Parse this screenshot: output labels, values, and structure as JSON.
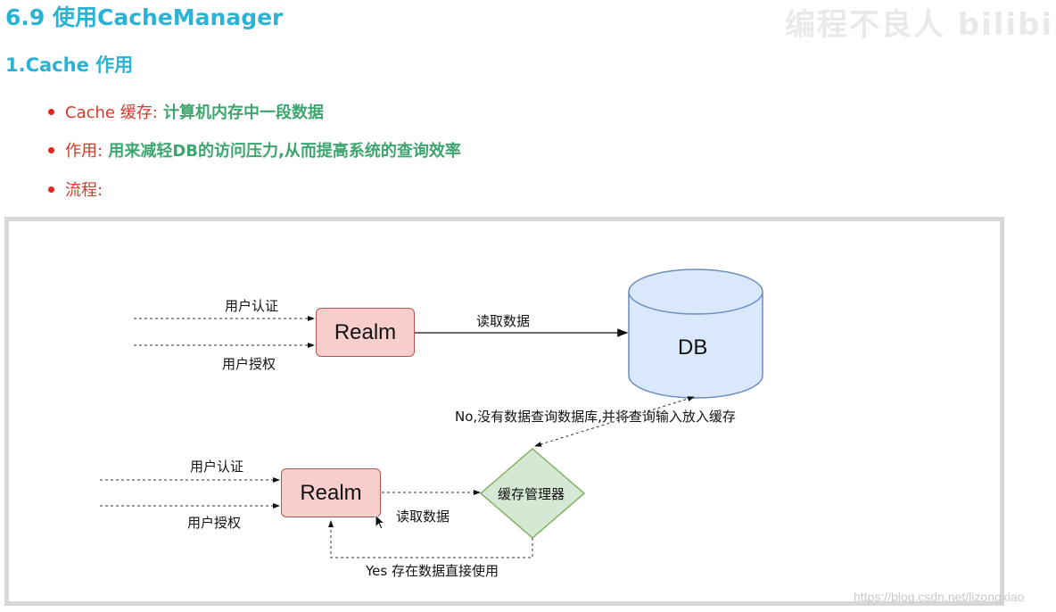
{
  "heading": {
    "title": "6.9 使用CacheManager",
    "subtitle": "1.Cache 作用"
  },
  "bullets": [
    {
      "label": "Cache 缓存:",
      "text": " 计算机内存中一段数据"
    },
    {
      "label": "作用:",
      "text": " 用来减轻DB的访问压力,从而提高系统的查询效率"
    },
    {
      "label": "流程:",
      "text": ""
    }
  ],
  "diagram": {
    "top": {
      "auth_label": "用户认证",
      "authz_label": "用户授权",
      "realm_label": "Realm",
      "read_label": "读取数据",
      "db_label": "DB"
    },
    "bottom": {
      "auth_label": "用户认证",
      "authz_label": "用户授权",
      "realm_label": "Realm",
      "read_label": "读取数据",
      "cache_manager_label": "缓存管理器",
      "no_label": "No,没有数据查询数据库,并将查询输入放入缓存",
      "yes_label": "Yes 存在数据直接使用"
    }
  },
  "watermark": {
    "top": "编程不良人 bilibili",
    "url": "https://blog.csdn.net/lizongxiao"
  },
  "colors": {
    "heading": "#2bb3d6",
    "red": "#d23a2a",
    "green": "#3fa56e",
    "realm_fill": "#f8cecc",
    "db_fill": "#dae8fc",
    "cache_fill": "#d5e8d4"
  }
}
